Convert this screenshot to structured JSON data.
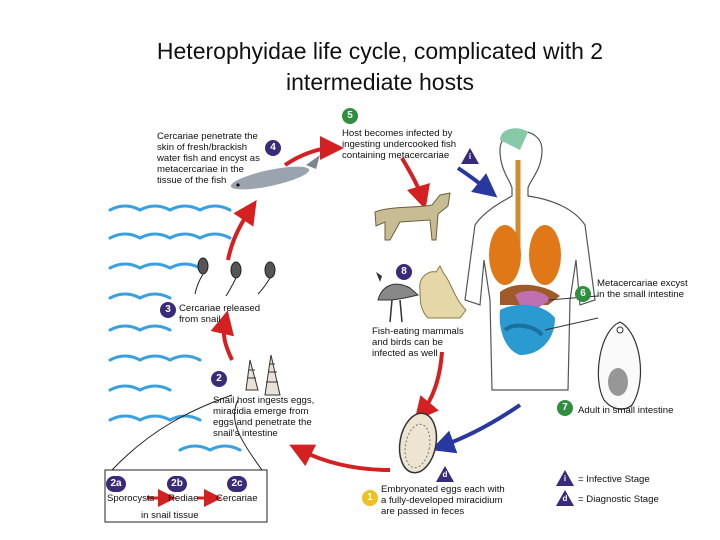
{
  "title": {
    "line1": "Heterophyidae life cycle, complicated with 2",
    "line2": "intermediate hosts"
  },
  "steps": {
    "s1": {
      "num": "1",
      "lines": [
        "Embryonated eggs each with",
        "a fully-developed miracidium",
        "are passed in feces"
      ]
    },
    "s2": {
      "num": "2",
      "lines": [
        "Snail host ingests eggs,",
        "miracidia emerge from",
        "eggs and penetrate the",
        "snail's intestine"
      ]
    },
    "s3": {
      "num": "3",
      "lines": [
        "Cercariae released",
        "from snail"
      ]
    },
    "s4": {
      "num": "4",
      "lines": [
        "Cercariae penetrate the",
        "skin of fresh/brackish",
        "water fish and encyst as",
        "metacercariae in the",
        "tissue of the fish"
      ]
    },
    "s5": {
      "num": "5",
      "lines": [
        "Host becomes infected by",
        "ingesting undercooked fish",
        "containing metacercariae"
      ]
    },
    "s6": {
      "num": "6",
      "lines": [
        "Metacercariae excyst",
        "in the small intestine"
      ]
    },
    "s7": {
      "num": "7",
      "lines": [
        "Adult in small intestine"
      ]
    },
    "s8": {
      "num": "8",
      "lines": [
        "Fish-eating mammals",
        "and birds can be",
        "infected as well"
      ]
    }
  },
  "snail_box": {
    "a": {
      "num": "2a",
      "label": "Sporocysts"
    },
    "b": {
      "num": "2b",
      "label": "Rediae"
    },
    "c": {
      "num": "2c",
      "label": "Cercariae"
    },
    "caption": "in snail tissue"
  },
  "legend": {
    "infective_symbol": "i",
    "infective": "= Infective Stage",
    "diagnostic_symbol": "d",
    "diagnostic": "= Diagnostic Stage"
  },
  "markers": {
    "infective": "i",
    "diagnostic": "d"
  },
  "colors": {
    "cycle_arrow": "#d42020",
    "human_arrow": "#2838a0",
    "water": "#3aa0e0",
    "badge_purple": "#3a2a7a",
    "badge_green": "#2f8f3f",
    "badge_yellow": "#f0c020"
  }
}
